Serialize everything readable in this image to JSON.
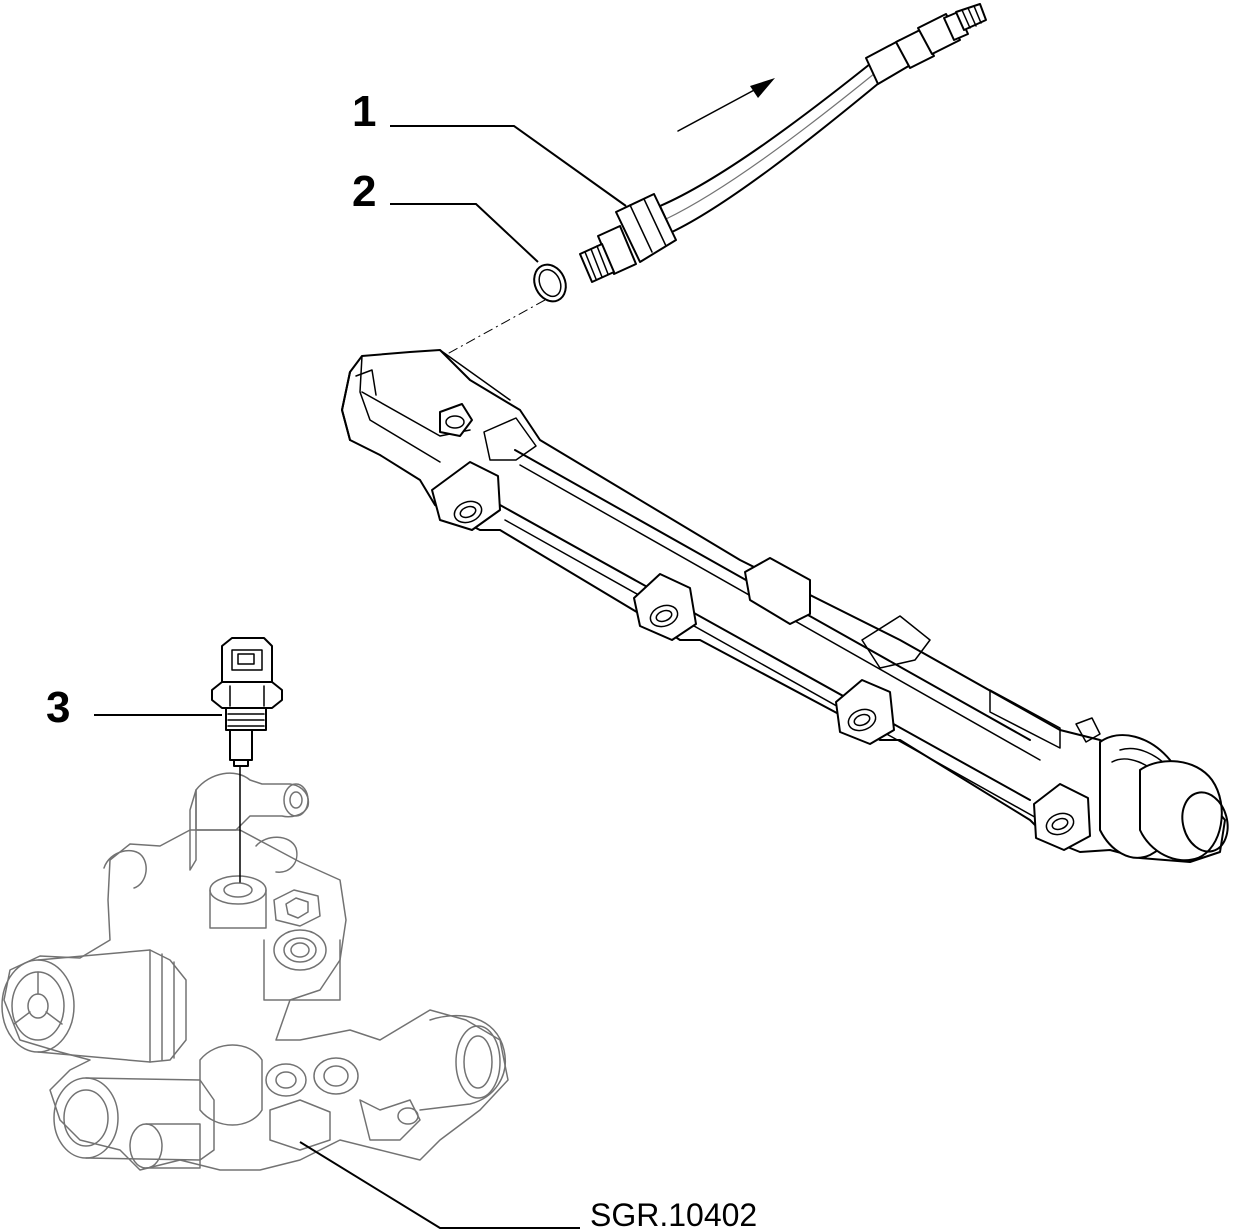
{
  "callouts": [
    {
      "label": "1",
      "part": "fuel-pipe"
    },
    {
      "label": "2",
      "part": "o-ring-seal"
    },
    {
      "label": "3",
      "part": "temperature-sensor"
    }
  ],
  "reference_code": "SGR.10402"
}
